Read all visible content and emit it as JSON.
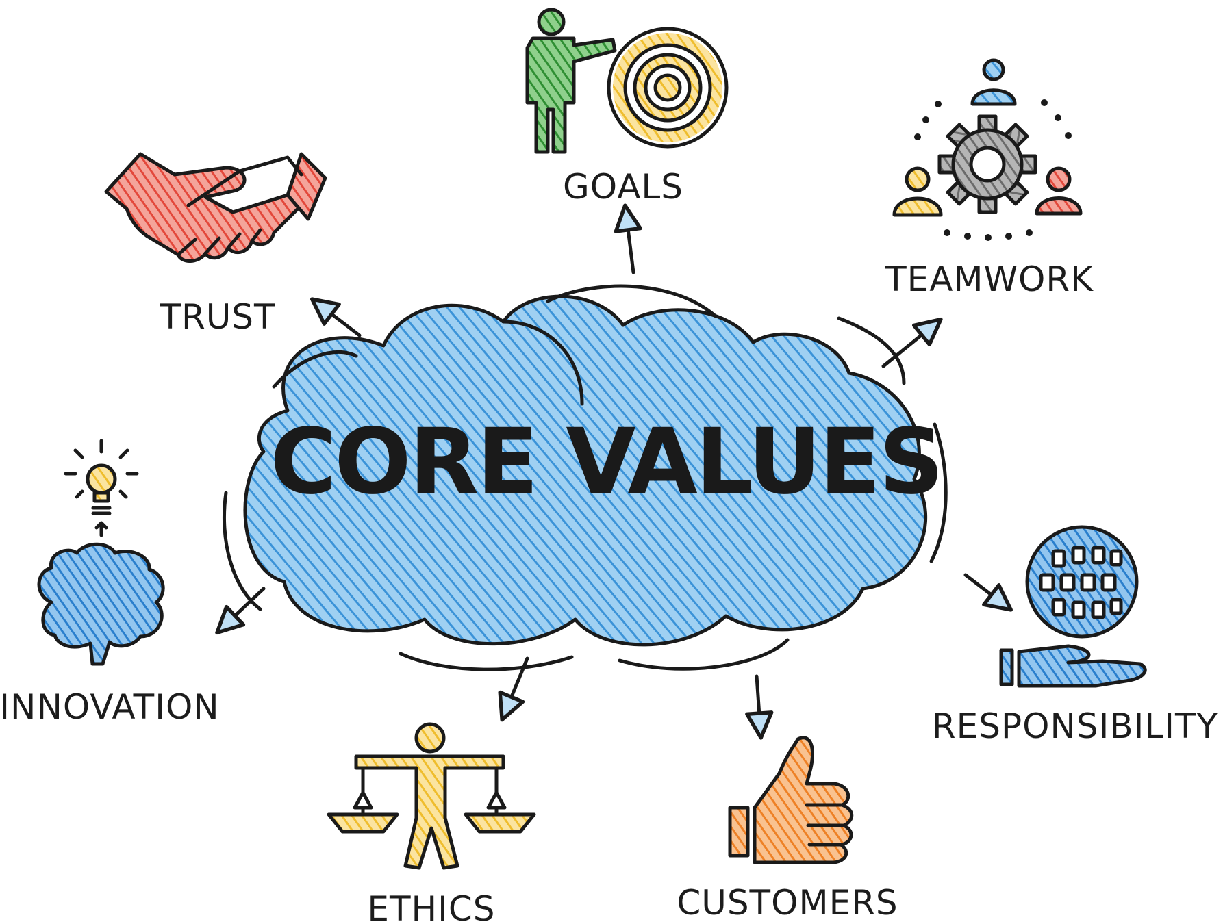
{
  "center": {
    "title": "CORE VALUES"
  },
  "values": [
    {
      "id": "goals",
      "label": "GOALS",
      "icon": "person-target-icon"
    },
    {
      "id": "teamwork",
      "label": "TEAMWORK",
      "icon": "team-gear-icon"
    },
    {
      "id": "responsibility",
      "label": "RESPONSIBILITY",
      "icon": "globe-hand-icon"
    },
    {
      "id": "customers",
      "label": "CUSTOMERS",
      "icon": "thumbs-up-icon"
    },
    {
      "id": "ethics",
      "label": "ETHICS",
      "icon": "scales-icon"
    },
    {
      "id": "innovation",
      "label": "INNOVATION",
      "icon": "brain-lightbulb-icon"
    },
    {
      "id": "trust",
      "label": "TRUST",
      "icon": "handshake-icon"
    }
  ],
  "colors": {
    "cloud": "#5aa9e0",
    "trust": "#e8574a",
    "goals_person": "#3a9a3c",
    "goals_target": "#f2c53d",
    "team_blue": "#3b8fd6",
    "team_yellow": "#f2c53d",
    "team_red": "#e8574a",
    "gear": "#6b6b6b",
    "innovation": "#2f86d1",
    "ethics": "#f2c53d",
    "customers": "#f08a2e",
    "responsibility": "#2f86d1"
  }
}
